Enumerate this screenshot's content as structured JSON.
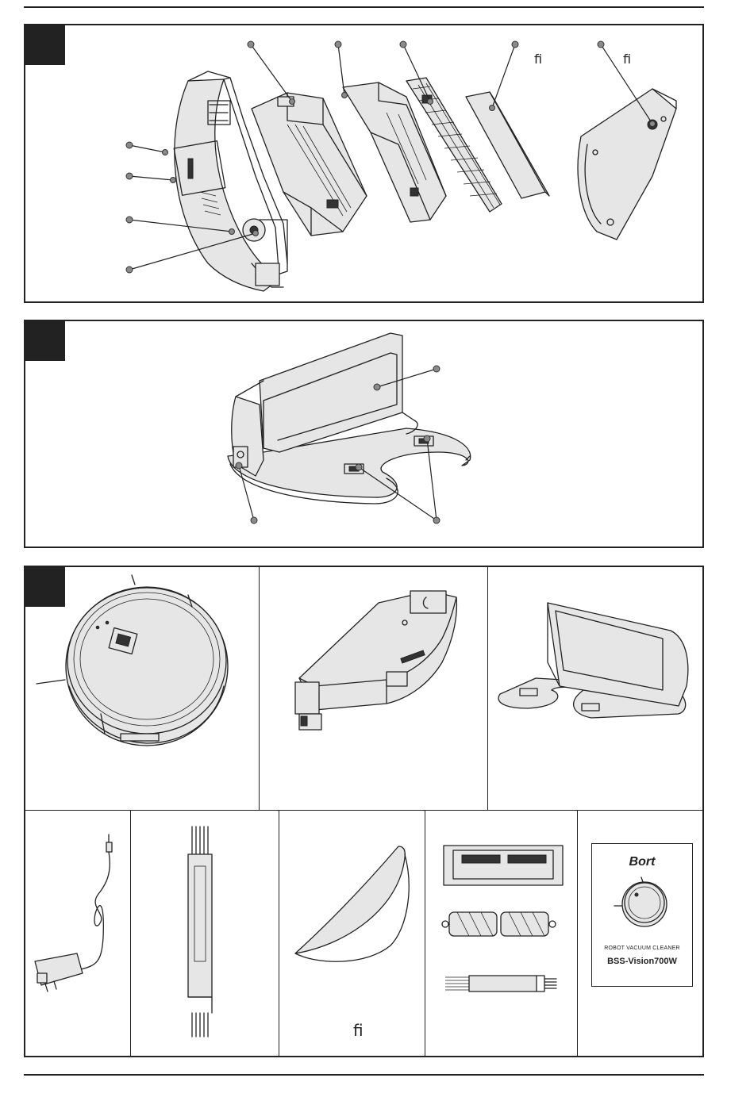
{
  "panel1": {
    "ligature_a": "ﬁ",
    "ligature_b": "ﬁ"
  },
  "accessories": {
    "mop_ligature": "ﬁ",
    "manual": {
      "brand": "Bort",
      "product": "ROBOT VACUUM CLEANER",
      "model": "BSS-Vision700W"
    }
  }
}
